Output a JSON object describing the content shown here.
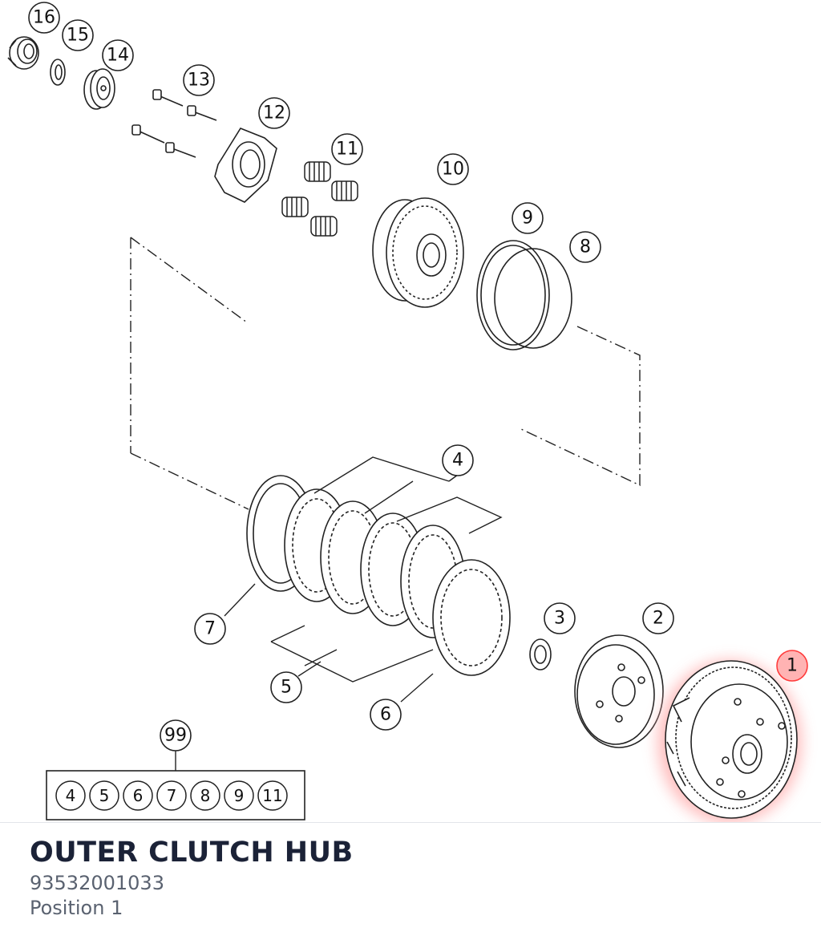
{
  "diagram": {
    "callouts": [
      {
        "label": "16",
        "highlighted": false
      },
      {
        "label": "15",
        "highlighted": false
      },
      {
        "label": "14",
        "highlighted": false
      },
      {
        "label": "13",
        "highlighted": false
      },
      {
        "label": "12",
        "highlighted": false
      },
      {
        "label": "11",
        "highlighted": false
      },
      {
        "label": "10",
        "highlighted": false
      },
      {
        "label": "9",
        "highlighted": false
      },
      {
        "label": "8",
        "highlighted": false
      },
      {
        "label": "4",
        "highlighted": false
      },
      {
        "label": "3",
        "highlighted": false
      },
      {
        "label": "2",
        "highlighted": false
      },
      {
        "label": "1",
        "highlighted": true
      },
      {
        "label": "7",
        "highlighted": false
      },
      {
        "label": "5",
        "highlighted": false
      },
      {
        "label": "6",
        "highlighted": false
      },
      {
        "label": "99",
        "highlighted": false
      }
    ],
    "kit_contents": [
      "4",
      "5",
      "6",
      "7",
      "8",
      "9",
      "11"
    ],
    "colors": {
      "line": "#222222",
      "highlight": "#ff3b3b",
      "highlight_glow": "#ffb3b3"
    }
  },
  "part": {
    "name": "OUTER CLUTCH HUB",
    "number": "93532001033",
    "position": "Position 1"
  }
}
